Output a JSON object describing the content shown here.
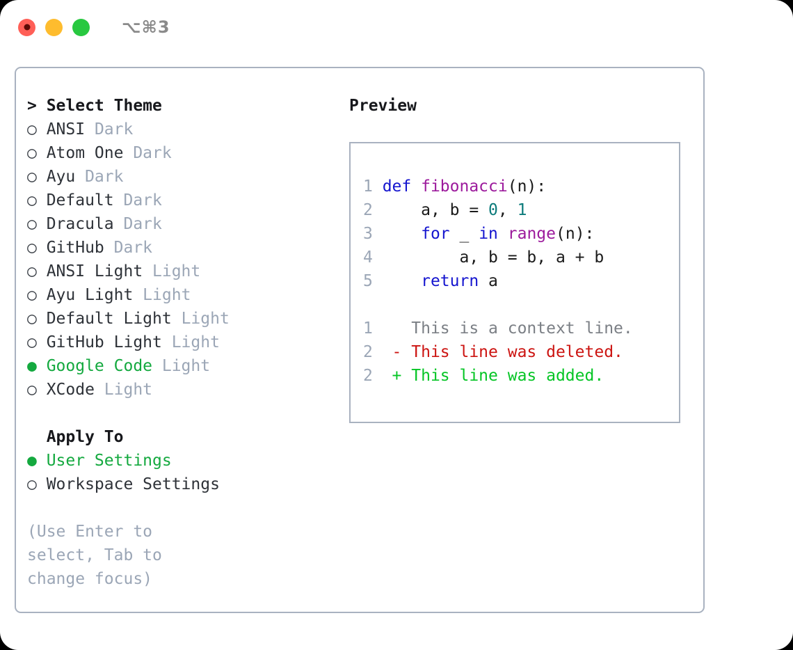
{
  "window": {
    "title": "⌥⌘3",
    "traffic_lights": [
      {
        "name": "close",
        "color": "#ff5f57"
      },
      {
        "name": "minimize",
        "color": "#febc2e"
      },
      {
        "name": "maximize",
        "color": "#28c840"
      }
    ]
  },
  "theme_picker": {
    "heading": "> Select Theme",
    "items": [
      {
        "marker": "○",
        "name": "ANSI",
        "tag": "Dark",
        "selected": false
      },
      {
        "marker": "○",
        "name": "Atom One",
        "tag": "Dark",
        "selected": false
      },
      {
        "marker": "○",
        "name": "Ayu",
        "tag": "Dark",
        "selected": false
      },
      {
        "marker": "○",
        "name": "Default",
        "tag": "Dark",
        "selected": false
      },
      {
        "marker": "○",
        "name": "Dracula",
        "tag": "Dark",
        "selected": false
      },
      {
        "marker": "○",
        "name": "GitHub",
        "tag": "Dark",
        "selected": false
      },
      {
        "marker": "○",
        "name": "ANSI Light",
        "tag": "Light",
        "selected": false
      },
      {
        "marker": "○",
        "name": "Ayu Light",
        "tag": "Light",
        "selected": false
      },
      {
        "marker": "○",
        "name": "Default Light",
        "tag": "Light",
        "selected": false
      },
      {
        "marker": "○",
        "name": "GitHub Light",
        "tag": "Light",
        "selected": false
      },
      {
        "marker": "●",
        "name": "Google Code",
        "tag": "Light",
        "selected": true
      },
      {
        "marker": "○",
        "name": "XCode",
        "tag": "Light",
        "selected": false
      }
    ]
  },
  "apply_to": {
    "heading": "Apply To",
    "items": [
      {
        "marker": "●",
        "name": "User Settings",
        "selected": true
      },
      {
        "marker": "○",
        "name": "Workspace Settings",
        "selected": false
      }
    ]
  },
  "hint": "(Use Enter to select, Tab to change focus)",
  "preview": {
    "heading": "Preview",
    "code_lines": [
      {
        "num": "1",
        "segments": [
          {
            "text": "def ",
            "cls": "kw"
          },
          {
            "text": "fibonacci",
            "cls": "fn"
          },
          {
            "text": "(n):",
            "cls": "pl"
          }
        ]
      },
      {
        "num": "2",
        "segments": [
          {
            "text": "    a, b = ",
            "cls": "pl"
          },
          {
            "text": "0",
            "cls": "num"
          },
          {
            "text": ", ",
            "cls": "pl"
          },
          {
            "text": "1",
            "cls": "num"
          }
        ]
      },
      {
        "num": "3",
        "segments": [
          {
            "text": "    ",
            "cls": "pl"
          },
          {
            "text": "for",
            "cls": "kw"
          },
          {
            "text": " _ ",
            "cls": "pl"
          },
          {
            "text": "in",
            "cls": "kw"
          },
          {
            "text": " ",
            "cls": "pl"
          },
          {
            "text": "range",
            "cls": "fn"
          },
          {
            "text": "(n):",
            "cls": "pl"
          }
        ]
      },
      {
        "num": "4",
        "segments": [
          {
            "text": "        a, b = b, a + b",
            "cls": "pl"
          }
        ]
      },
      {
        "num": "5",
        "segments": [
          {
            "text": "    ",
            "cls": "pl"
          },
          {
            "text": "return",
            "cls": "kw"
          },
          {
            "text": " a",
            "cls": "pl"
          }
        ]
      }
    ],
    "diff_lines": [
      {
        "num": "1",
        "prefix": "  ",
        "text": "This is a context line.",
        "kind": "context"
      },
      {
        "num": "2",
        "prefix": "- ",
        "text": "This line was deleted.",
        "kind": "deleted"
      },
      {
        "num": "2",
        "prefix": "+ ",
        "text": "This line was added.",
        "kind": "added"
      }
    ]
  },
  "colors": {
    "accent_green": "#14a93f",
    "muted_gray": "#9ba6b6",
    "border": "#a9b2c0",
    "keyword_blue": "#1515cf",
    "function_purple": "#9c1a9c",
    "number_teal": "#0c7b7b",
    "diff_deleted": "#cc1411",
    "diff_added": "#05c525"
  }
}
